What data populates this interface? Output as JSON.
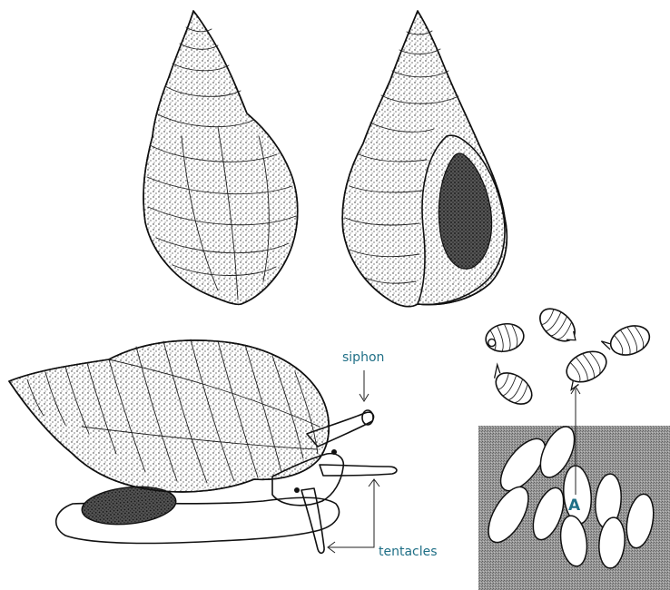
{
  "labels": {
    "siphon": "siphon",
    "tentacles": "tentacles",
    "egg_marker": "A"
  },
  "colors": {
    "label": "#1f6f86",
    "ink": "#111111",
    "egg_mat": "#8a8a8a",
    "egg": "#ffffff"
  }
}
